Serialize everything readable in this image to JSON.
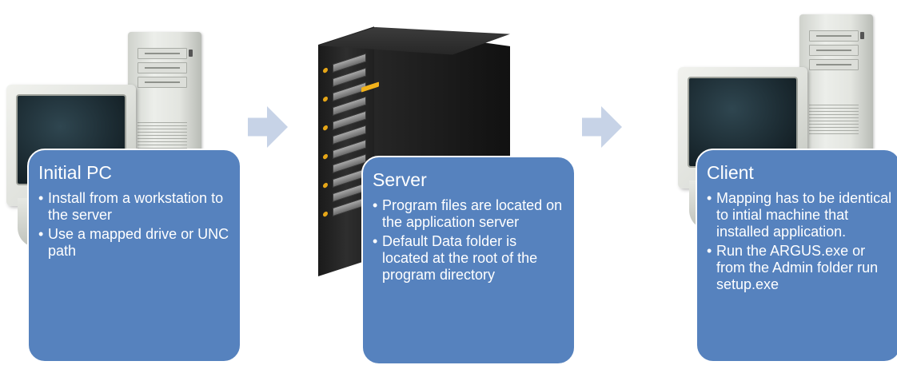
{
  "stages": [
    {
      "title": "Initial PC",
      "bullets": [
        "Install from a workstation to the server",
        "Use a mapped drive or UNC path"
      ]
    },
    {
      "title": "Server",
      "bullets": [
        "Program files are located on the application server",
        "Default Data folder is located at the root of the program directory"
      ]
    },
    {
      "title": "Client",
      "bullets": [
        "Mapping has to be identical to intial machine that installed application.",
        "Run the ARGUS.exe or from the Admin folder run setup.exe"
      ]
    }
  ],
  "colors": {
    "box_fill": "#5682be",
    "box_border": "#ffffff",
    "arrow_fill": "#c7d3e7",
    "text": "#ffffff"
  },
  "icons": [
    "desktop-computer-icon",
    "server-rack-icon",
    "desktop-computer-icon"
  ]
}
